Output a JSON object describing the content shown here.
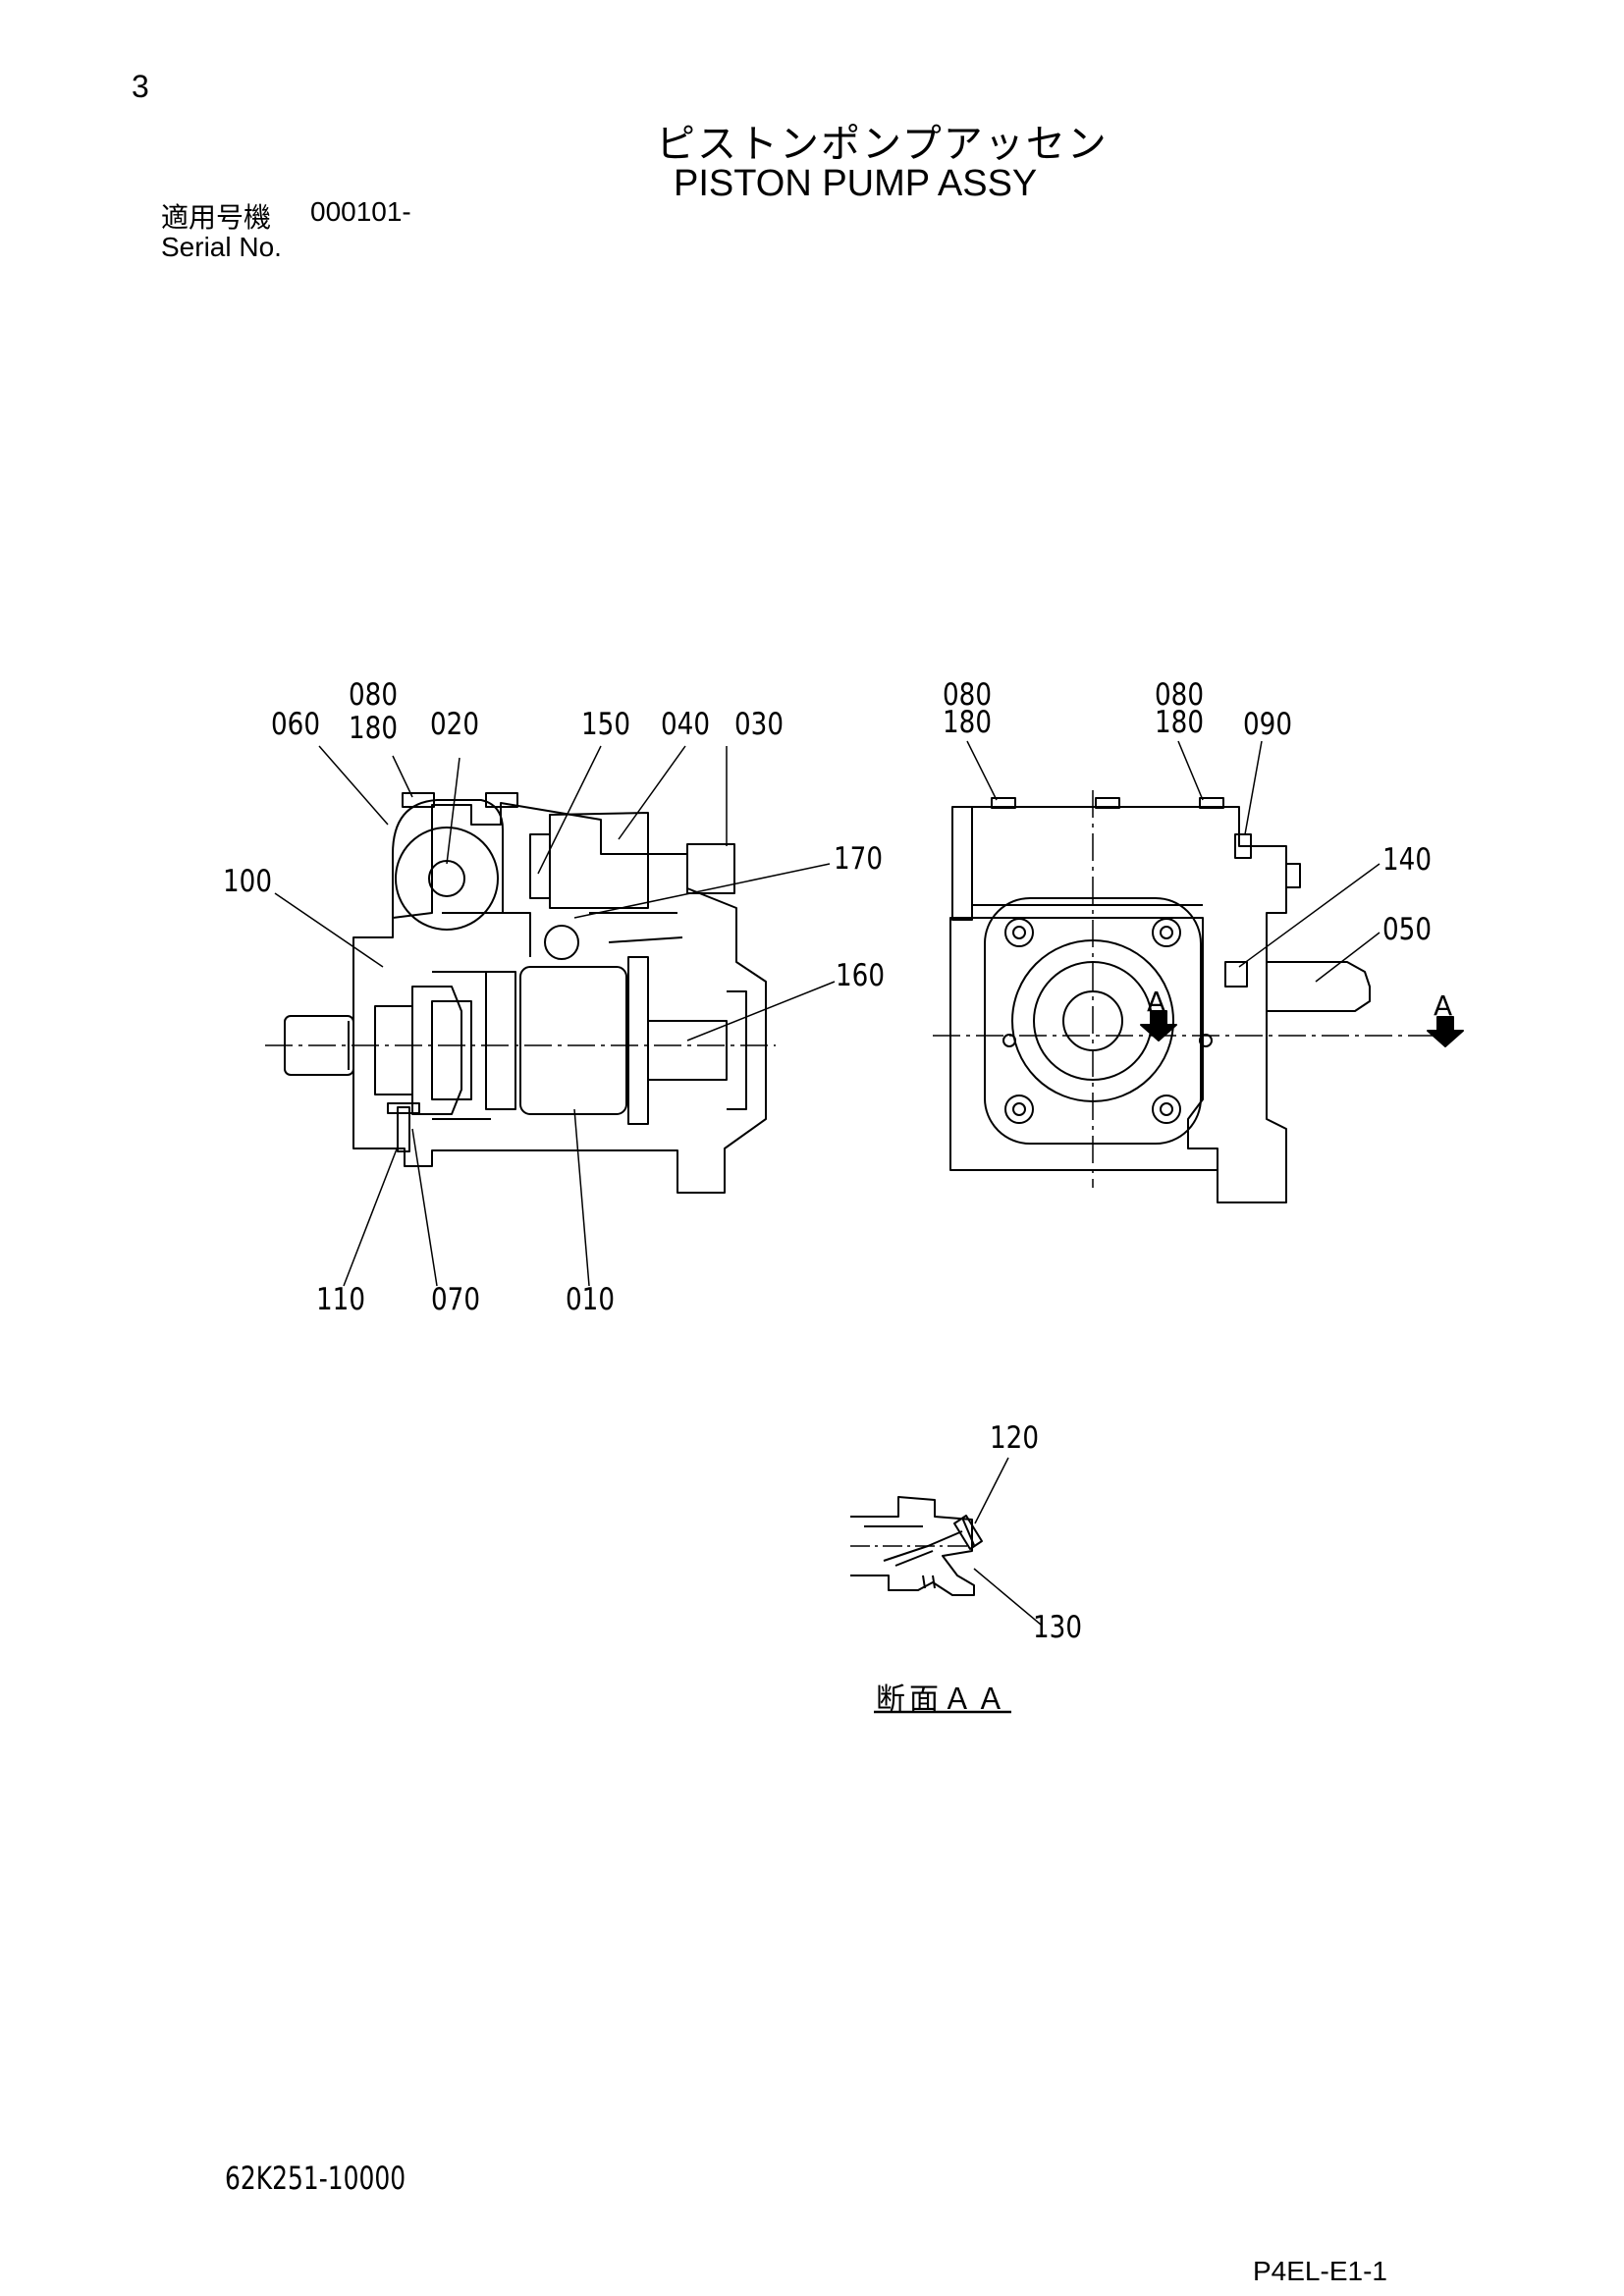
{
  "header": {
    "page_number": "3",
    "title_ja": "ピストンポンプアッセン",
    "title_en": "PISTON PUMP ASSY",
    "serial_label_ja": "適用号機",
    "serial_value": "000101-",
    "serial_label_en": "Serial No."
  },
  "callouts": {
    "left_view": {
      "c060": "060",
      "c080": "080",
      "c180": "180",
      "c020": "020",
      "c150": "150",
      "c040": "040",
      "c030": "030",
      "c170": "170",
      "c100": "100",
      "c160": "160",
      "c110": "110",
      "c070": "070",
      "c010": "010"
    },
    "right_view": {
      "c080a": "080",
      "c180a": "180",
      "c080b": "080",
      "c180b": "180",
      "c090": "090",
      "c140": "140",
      "c050": "050",
      "section_mark_1": "A",
      "section_mark_2": "A"
    },
    "section_view": {
      "c120": "120",
      "c130": "130"
    }
  },
  "section_caption": "断面ＡＡ",
  "footer": {
    "part_number": "62K251-10000",
    "page_code": "P4EL-E1-1"
  }
}
